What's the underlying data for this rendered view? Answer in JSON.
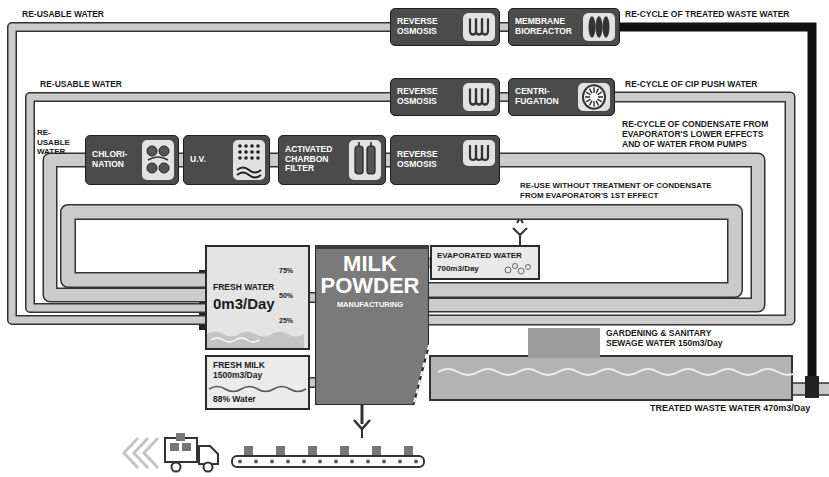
{
  "diagram": {
    "nodes": [
      {
        "text": [
          "REVERSE OSMOSIS"
        ]
      },
      {
        "text": [
          "MEMBRANE BIOREACTOR"
        ]
      },
      {
        "text": [
          "REVERSE OSMOSIS"
        ]
      },
      {
        "text": [
          "CENTRI- FUGATION"
        ]
      },
      {
        "text": [
          "CHLORI- NATION"
        ]
      },
      {
        "text": [
          "U.V."
        ]
      },
      {
        "text": [
          "ACTIVATED CHARBON FILTER"
        ]
      },
      {
        "text": [
          "REVERSE OSMOSIS"
        ]
      },
      {
        "text": [
          "FRESH WATER",
          "0m3/Day"
        ]
      },
      {
        "text": [
          "MILK POWDER",
          "MANUFACTURING"
        ]
      },
      {
        "text": [
          "EVAPORATED WATER",
          "700m3/Day"
        ]
      },
      {
        "text": [
          "FRESH MILK 1500m3/Day",
          "88% Water"
        ]
      },
      {
        "text": [
          "GARDENING & SANITARY SEWAGE WATER 150m3/Day"
        ]
      }
    ],
    "edges": [
      {
        "from": 1,
        "to": 0,
        "arrow": "none"
      },
      {
        "from": 0,
        "to": 8,
        "arrow": "none"
      },
      {
        "from": 3,
        "to": 2,
        "arrow": "none"
      },
      {
        "from": 2,
        "to": 8,
        "arrow": "none"
      },
      {
        "from": 9,
        "to": 3,
        "arrow": "none"
      },
      {
        "from": 7,
        "to": 6,
        "arrow": "none"
      },
      {
        "from": 6,
        "to": 5,
        "arrow": "none"
      },
      {
        "from": 5,
        "to": 4,
        "arrow": "none"
      },
      {
        "from": 4,
        "to": 8,
        "arrow": "none"
      },
      {
        "from": 9,
        "to": 7,
        "arrow": "none"
      },
      {
        "from": 9,
        "to": 8,
        "arrow": "none"
      },
      {
        "from": 8,
        "to": 9,
        "arrow": "none"
      },
      {
        "from": 11,
        "to": 9,
        "arrow": "none"
      },
      {
        "from": 9,
        "to": 10,
        "arrow": "none"
      }
    ],
    "labels": [
      "RE-USABLE WATER",
      "RE-CYCLE OF TREATED WASTE WATER",
      "RE-USABLE WATER",
      "RE-CYCLE OF CIP PUSH WATER",
      "RE-USABLE WATER",
      "RE-CYCLE OF CONDENSATE FROM EVAPORATOR'S LOWER EFFECTS AND OF WATER FROM PUMPS",
      "RE-USE WITHOUT TREATMENT OF CONDENSATE FROM EVAPORATOR'S 1ST EFFECT",
      "75%",
      "50%",
      "25%",
      "TREATED WASTE WATER 470m3/Day"
    ]
  }
}
